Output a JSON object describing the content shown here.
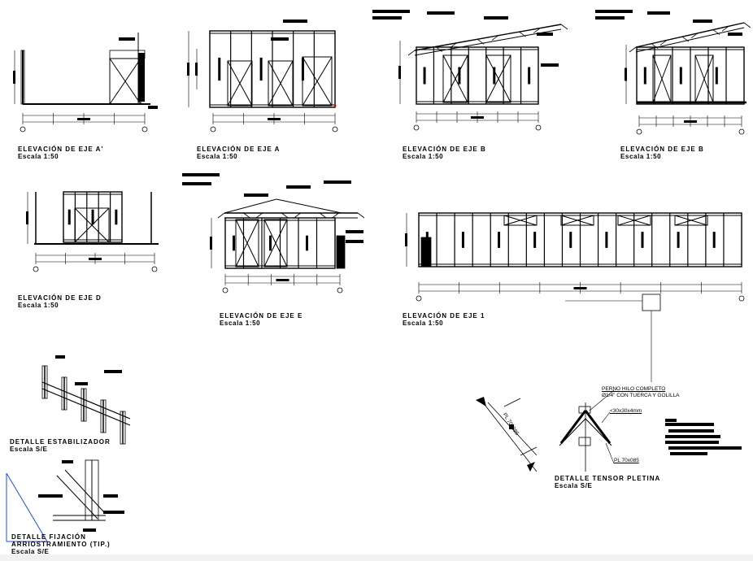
{
  "elevations": [
    {
      "title": "ELEVACIÓN DE EJE A'",
      "scale": "Escala 1:50"
    },
    {
      "title": "ELEVACIÓN DE EJE A",
      "scale": "Escala 1:50"
    },
    {
      "title": "ELEVACIÓN DE EJE B",
      "scale": "Escala 1:50"
    },
    {
      "title": "ELEVACIÓN DE EJE B",
      "scale": "Escala 1:50"
    },
    {
      "title": "ELEVACIÓN DE EJE D",
      "scale": "Escala 1:50"
    },
    {
      "title": "ELEVACIÓN DE EJE E",
      "scale": "Escala 1:50"
    },
    {
      "title": "ELEVACIÓN DE EJE 1",
      "scale": "Escala 1:50"
    }
  ],
  "details": {
    "estabilizador": {
      "title": "DETALLE ESTABILIZADOR",
      "scale": "Escala S/E"
    },
    "fijacion": {
      "title_line1": "DETALLE FIJACIÓN",
      "title_line2": "ARRIOSTRAMIENTO (TIP.)",
      "scale": "Escala S/E"
    },
    "tensor": {
      "title": "DETALLE TENSOR PLETINA",
      "scale": "Escala S/E",
      "notes": {
        "bolt": "PERNO HILO COMPLETO",
        "bolt_spec": "Ø1/4\" CON TUERCA Y GOLILLA",
        "angle": "<30x30x4mm",
        "plate": "PL 70x085",
        "plate_section": "PL 70x085"
      }
    }
  },
  "colors": {
    "line": "#000000",
    "highlight": "#1a4cff",
    "marker": "#e00000"
  }
}
